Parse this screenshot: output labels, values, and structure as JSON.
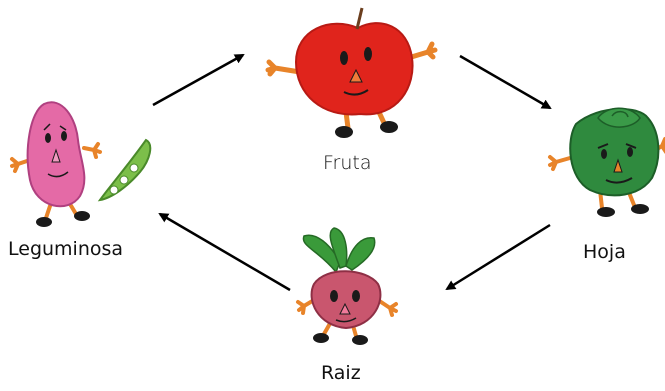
{
  "nodes": {
    "fruta": {
      "label": "Fruta",
      "icon": "apple-character-icon"
    },
    "hoja": {
      "label": "Hoja",
      "icon": "cabbage-character-icon"
    },
    "raiz": {
      "label": "Raiz",
      "icon": "radish-character-icon"
    },
    "leguminosa": {
      "label": "Leguminosa",
      "icon": "bean-character-icon"
    }
  },
  "cycle_order": [
    "Leguminosa",
    "Fruta",
    "Hoja",
    "Raiz"
  ],
  "colors": {
    "apple": "#e0241c",
    "cabbage": "#2f8a3e",
    "radish": "#c9566e",
    "radish_leaves": "#3a9a3a",
    "bean": "#e46aa6",
    "pod": "#7cbf4a",
    "limbs": "#e8842a",
    "shoes": "#1a1a1a",
    "arrow": "#000000"
  }
}
